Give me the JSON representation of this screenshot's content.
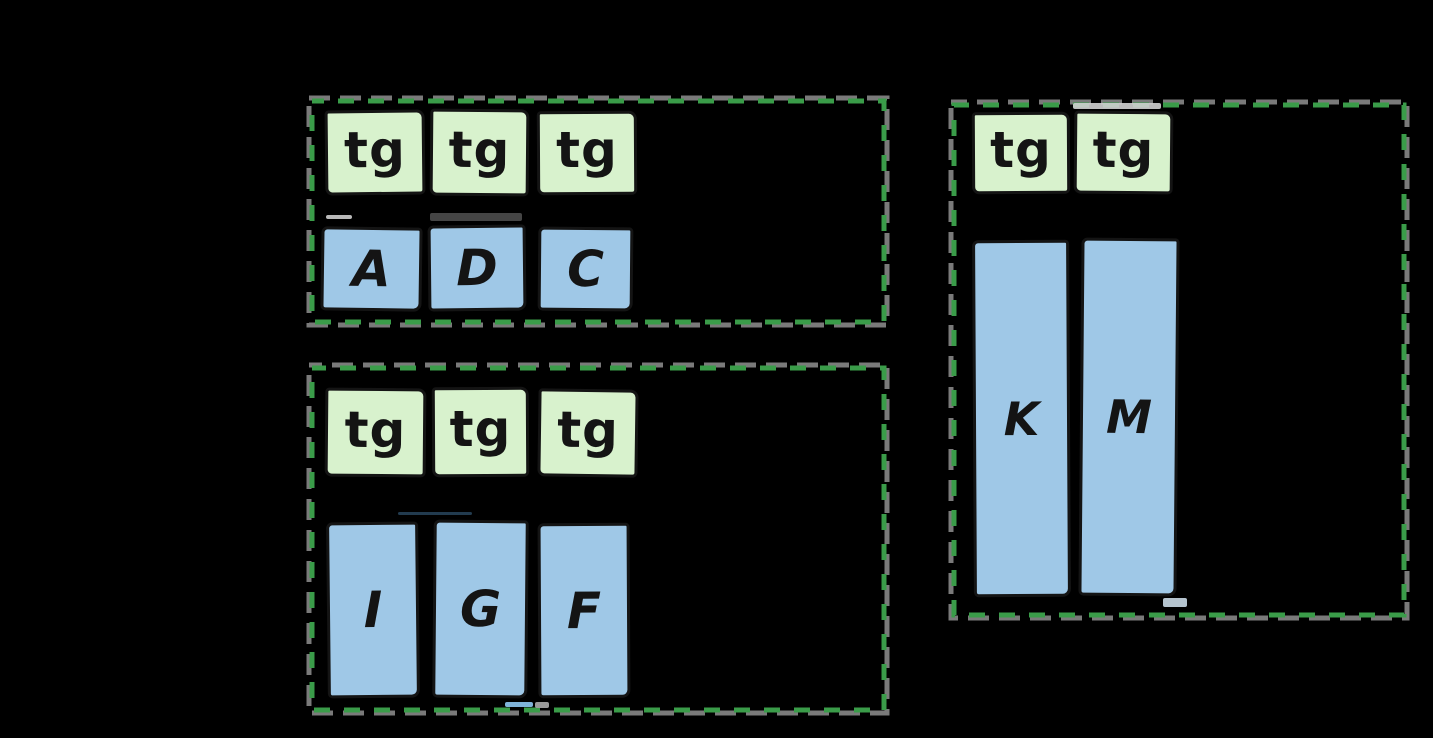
{
  "groups": [
    {
      "name": "group-top-left",
      "tags": [
        "tg",
        "tg",
        "tg"
      ],
      "items": [
        "A",
        "D",
        "C"
      ]
    },
    {
      "name": "group-bottom-left",
      "tags": [
        "tg",
        "tg",
        "tg"
      ],
      "items": [
        "I",
        "G",
        "F"
      ]
    },
    {
      "name": "group-right",
      "tags": [
        "tg",
        "tg"
      ],
      "items": [
        "K",
        "M"
      ]
    }
  ],
  "colors": {
    "background": "#000000",
    "tag_fill": "#d8f2cd",
    "item_fill": "#9fc8e7",
    "box_stroke": "#141414",
    "dash_gray": "#7a7a7a",
    "dash_green": "#3a9c49",
    "text": "#141414"
  }
}
